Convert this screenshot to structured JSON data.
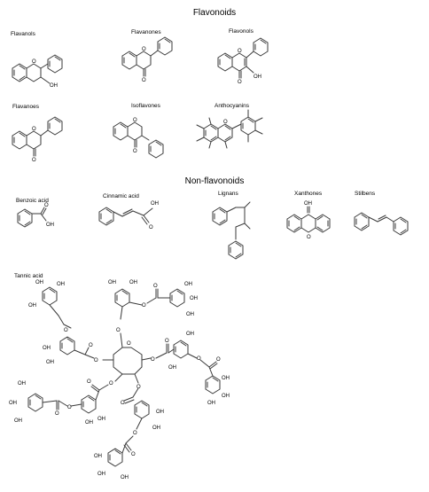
{
  "sections": {
    "flavonoids": "Flavonoids",
    "non_flavonoids": "Non-flavonoids"
  },
  "compounds": {
    "flavanols": "Flavanols",
    "flavanones": "Flavanones",
    "flavonols": "Flavonols",
    "flavanoes": "Flavanoes",
    "isoflavones": "Isoflavones",
    "anthocyanins": "Anthocyanins",
    "benzoic_acid": "Benzoic acid",
    "cinnamic_acid": "Cinnamic acid",
    "lignans": "Lignans",
    "xanthones": "Xanthones",
    "stilbens": "Stilbens",
    "tannic_acid": "Tannic acid"
  },
  "atoms": {
    "OH": "OH",
    "O": "O"
  }
}
